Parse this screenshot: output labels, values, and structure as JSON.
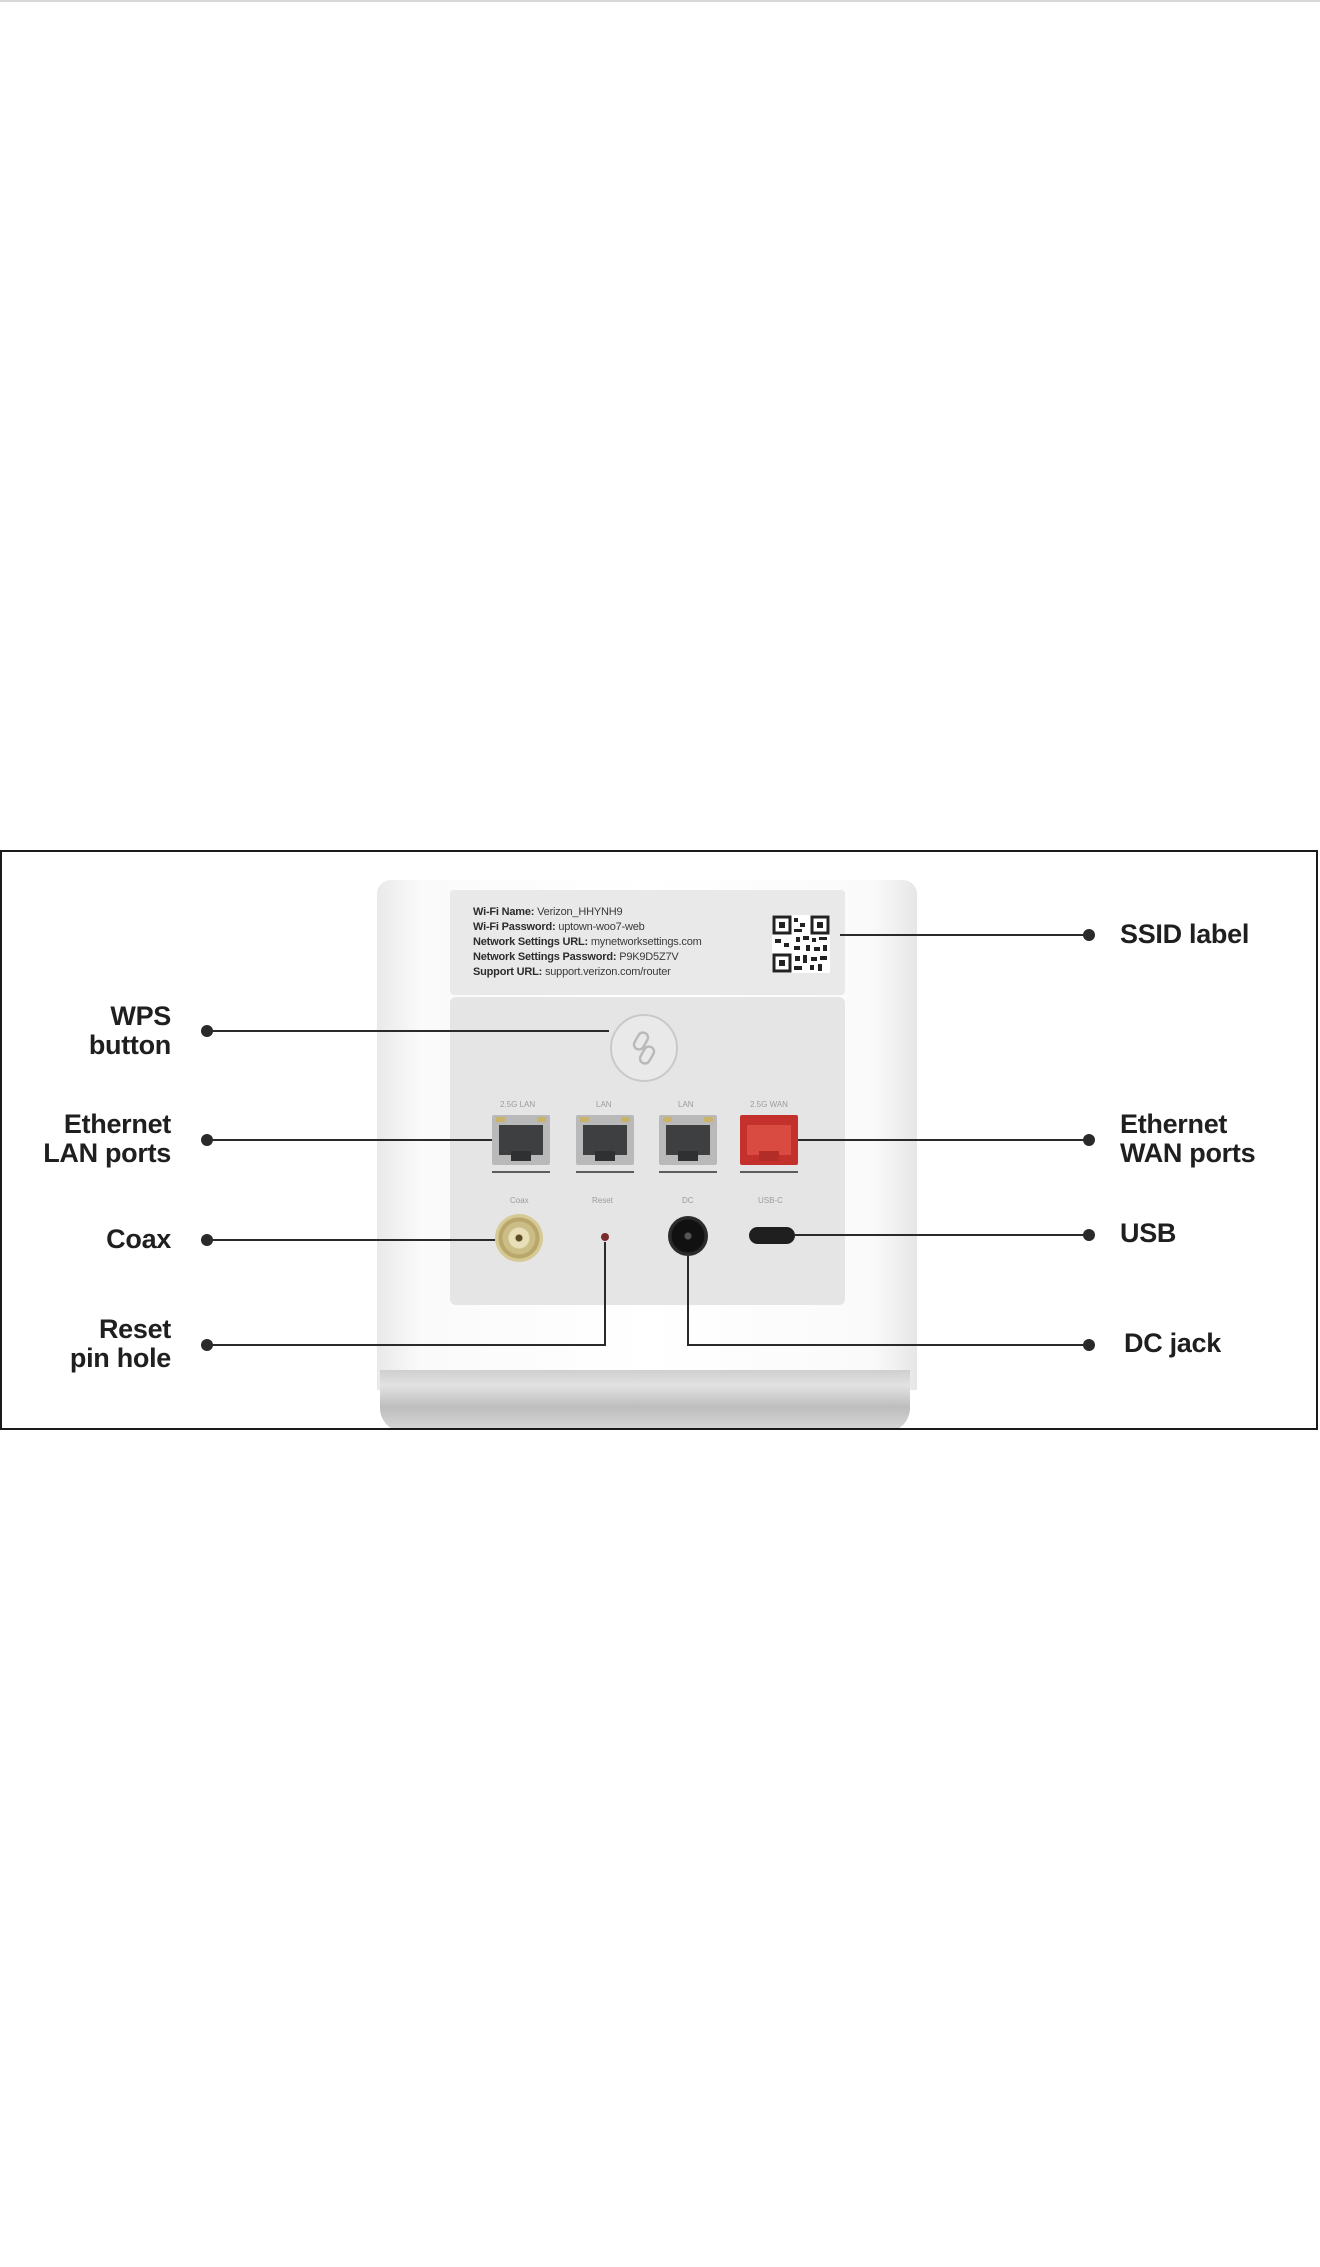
{
  "device_label": {
    "wifi_name_key": "Wi-Fi Name:",
    "wifi_name_value": "Verizon_HHYNH9",
    "wifi_password_key": "Wi-Fi Password:",
    "wifi_password_value": "uptown-woo7-web",
    "network_settings_url_key": "Network Settings URL:",
    "network_settings_url_value": "mynetworksettings.com",
    "network_settings_password_key": "Network Settings Password:",
    "network_settings_password_value": "P9K9D5Z7V",
    "support_url_key": "Support URL:",
    "support_url_value": "support.verizon.com/router"
  },
  "ports": {
    "lan1": "2.5G LAN",
    "lan2": "LAN",
    "lan3": "LAN",
    "wan": "2.5G WAN",
    "coax": "Coax",
    "reset": "Reset",
    "dc": "DC",
    "usb": "USB-C"
  },
  "callouts": {
    "ssid": "SSID label",
    "wps_line1": "WPS",
    "wps_line2": "button",
    "lan_line1": "Ethernet",
    "lan_line2": "LAN ports",
    "wan_line1": "Ethernet",
    "wan_line2": "WAN ports",
    "coax": "Coax",
    "usb": "USB",
    "reset_line1": "Reset",
    "reset_line2": "pin hole",
    "dc": "DC jack"
  },
  "colors": {
    "wan_port": "#c4302b",
    "leader_line": "#2a2a2a",
    "frame": "#1a1a1a"
  },
  "icons": {
    "wps": "link-icon"
  }
}
